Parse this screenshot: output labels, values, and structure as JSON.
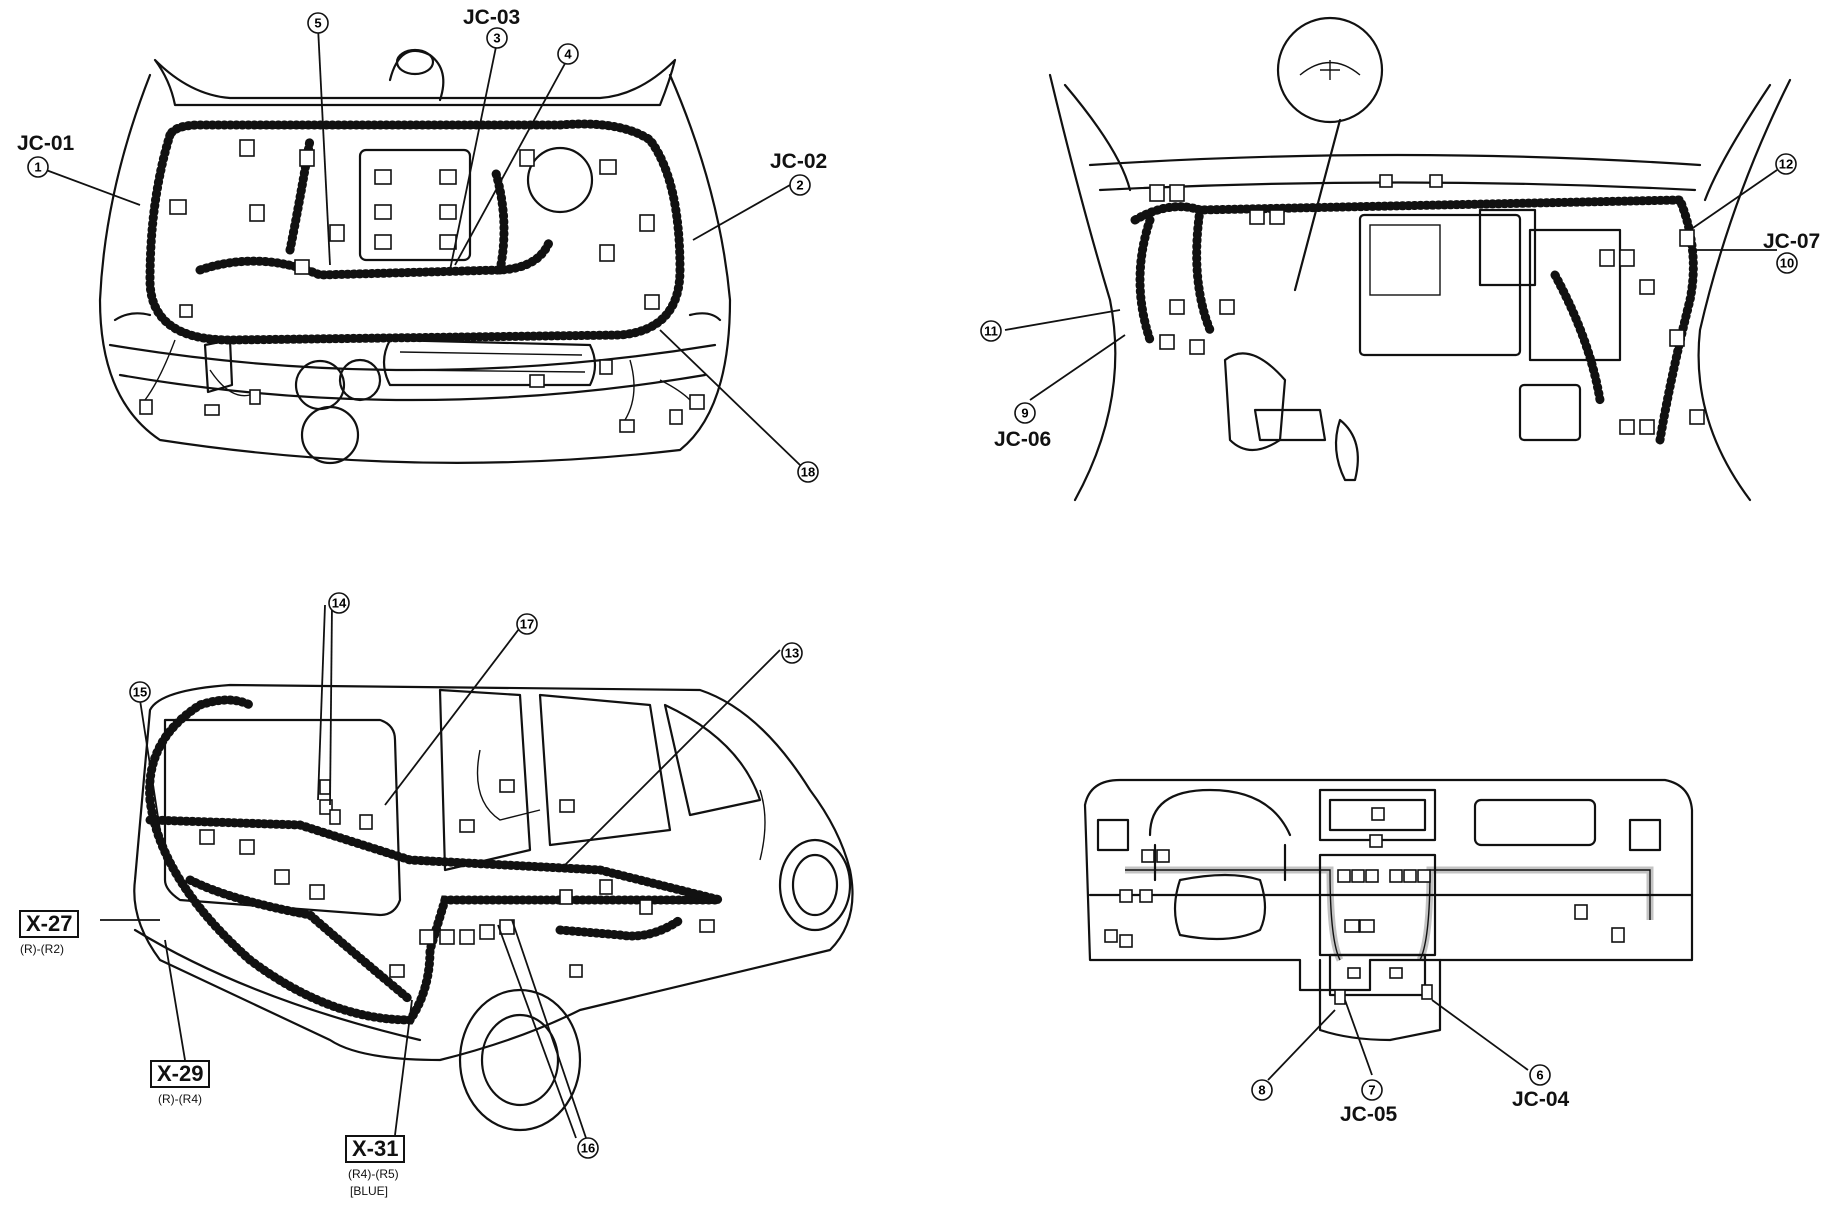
{
  "labels": {
    "jc01": "JC-01",
    "jc02": "JC-02",
    "jc03": "JC-03",
    "jc04": "JC-04",
    "jc05": "JC-05",
    "jc06": "JC-06",
    "jc07": "JC-07"
  },
  "callouts": [
    "1",
    "2",
    "3",
    "4",
    "5",
    "6",
    "7",
    "8",
    "9",
    "10",
    "11",
    "12",
    "13",
    "14",
    "15",
    "16",
    "17",
    "18"
  ],
  "connectors": {
    "x27": {
      "id": "X-27",
      "pins": "(R)-(R2)"
    },
    "x29": {
      "id": "X-29",
      "pins": "(R)-(R4)"
    },
    "x31": {
      "id": "X-31",
      "pins": "(R4)-(R5)",
      "note": "[BLUE]"
    }
  }
}
